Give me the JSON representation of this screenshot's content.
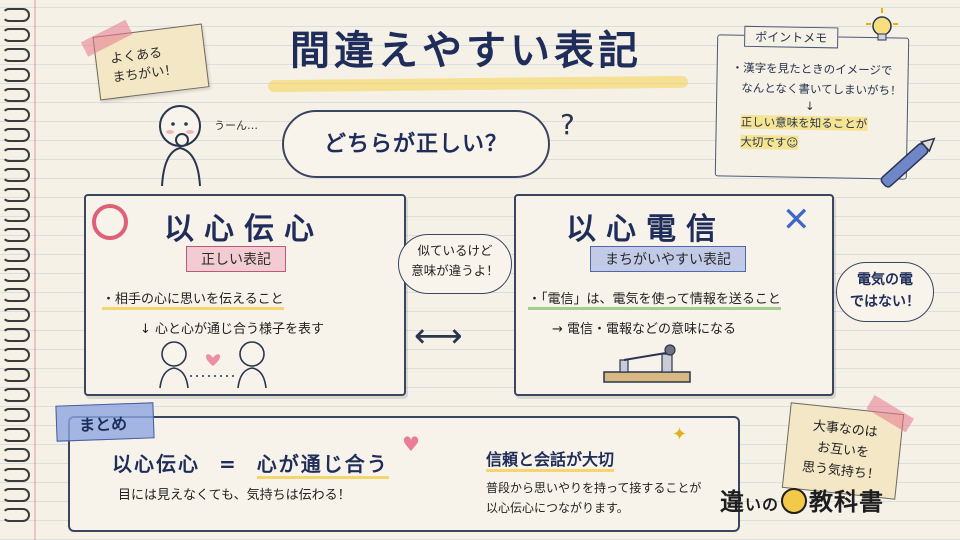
{
  "title": "間違えやすい表記",
  "note_left": {
    "line1": "よくある",
    "line2": "まちがい！"
  },
  "question_bubble": "どちらが正しい？",
  "thinking_sound": "うーん…",
  "memo": {
    "header": "ポイントメモ",
    "line1": "・漢字を見たときのイメージで",
    "line2": "なんとなく書いてしまいがち！",
    "arrow": "↓",
    "line3": "正しい意味を知ることが",
    "line4": "大切です☺"
  },
  "correct": {
    "word": "以心伝心",
    "tag": "正しい表記",
    "bullet": "・相手の心に思いを伝えること",
    "sub": "↓ 心と心が通じ合う様子を表す"
  },
  "wrong": {
    "word": "以心電信",
    "tag": "まちがいやすい表記",
    "bullet": "・「電信」は、電気を使って情報を送ること",
    "sub": "→ 電信・電報などの意味になる"
  },
  "center_note": {
    "line1": "似ているけど",
    "line2": "意味が違うよ！"
  },
  "side_note": {
    "line1": "電気の電",
    "line2": "ではない！"
  },
  "summary": {
    "label": "まとめ",
    "eq_left": "以心伝心",
    "eq_sign": "=",
    "eq_right": "心が通じ合う",
    "left_sub": "目には見えなくても、気持ちは伝わる！",
    "right_head": "信頼と会話が大切",
    "right_line1": "普段から思いやりを持って接することが",
    "right_line2": "以心伝心につながります。"
  },
  "sticky": {
    "line1": "大事なのは",
    "line2": "お互いを",
    "line3": "思う気持ち！"
  },
  "logo": {
    "part1": "違",
    "part2": "いの",
    "part3": "教科書"
  },
  "colors": {
    "ink": "#1f2d5a",
    "correct": "#e0607a",
    "wrong": "#3f67c9",
    "highlight": "#f5d050"
  }
}
